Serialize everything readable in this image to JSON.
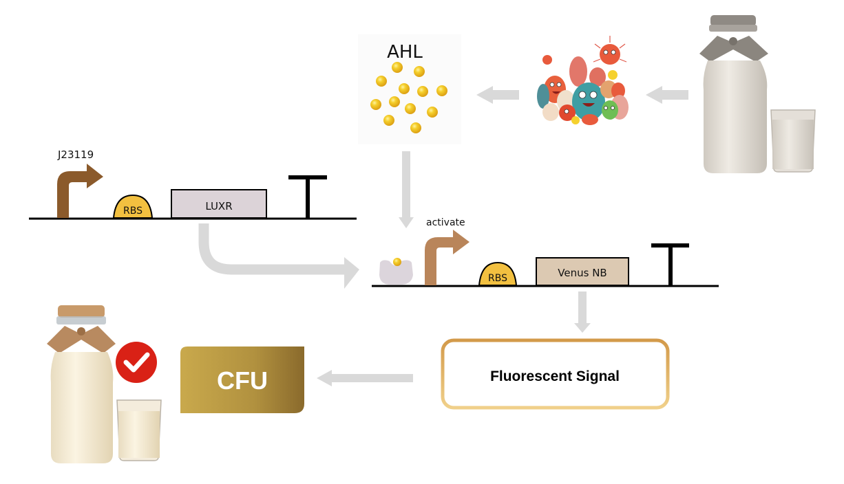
{
  "colors": {
    "arrow_gray": "#d9d9d9",
    "promoter_brown_1": "#8b5a2b",
    "promoter_brown_2": "#b9855a",
    "rbs_yellow": "#f2c040",
    "luxr_box": "#dcd3d8",
    "venus_box": "#dcc9b2",
    "ahl_ball": "#f0c020",
    "cfu_gold_start": "#c9a94c",
    "cfu_gold_end": "#8a6a2c",
    "signal_border_top": "#d39a4a",
    "signal_border_bottom": "#f0d08a",
    "check_red": "#d92116"
  },
  "ahl": {
    "label": "AHL"
  },
  "circuit1": {
    "promoter_label": "J23119",
    "rbs_label": "RBS",
    "gene_label": "LUXR"
  },
  "circuit2": {
    "promoter_label": "activate",
    "rbs_label": "RBS",
    "gene_label": "Venus NB"
  },
  "signal_box": {
    "label": "Fluorescent Signal"
  },
  "cfu_box": {
    "label": "CFU"
  },
  "images": {
    "bacteria": "cartoon bacteria group",
    "milk_raw": "milk bottle and glass (grayscale)",
    "milk_safe": "milk bottle and glass (color) with check mark"
  }
}
